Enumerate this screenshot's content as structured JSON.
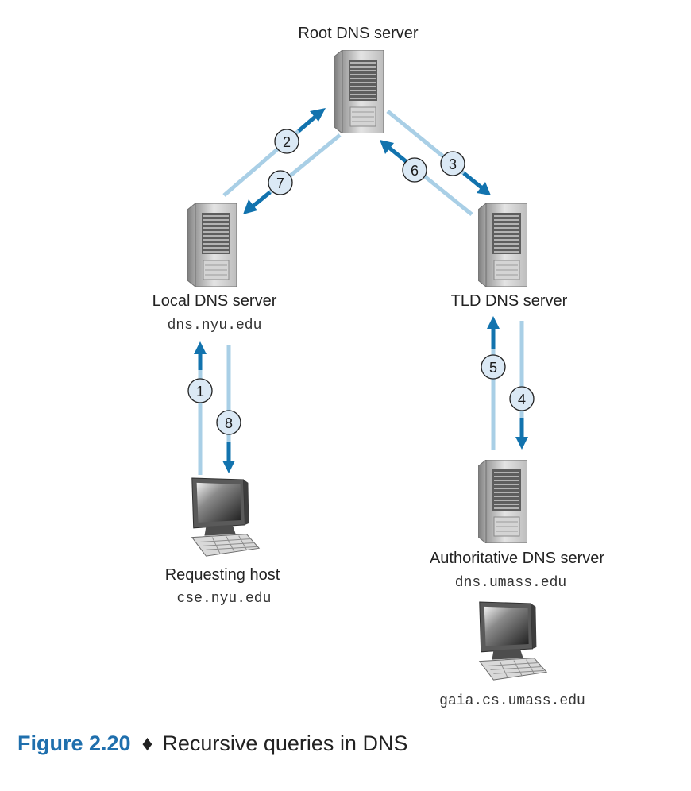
{
  "nodes": {
    "root": {
      "label": "Root DNS server"
    },
    "local": {
      "label": "Local DNS server",
      "hostname": "dns.nyu.edu"
    },
    "tld": {
      "label": "TLD DNS server"
    },
    "authoritative": {
      "label": "Authoritative DNS server",
      "hostname": "dns.umass.edu"
    },
    "requesting_host": {
      "label": "Requesting host",
      "hostname": "cse.nyu.edu"
    },
    "target_host": {
      "hostname": "gaia.cs.umass.edu"
    }
  },
  "steps": [
    "1",
    "2",
    "3",
    "4",
    "5",
    "6",
    "7",
    "8"
  ],
  "caption": {
    "figure_number": "Figure 2.20",
    "separator": "♦",
    "text": "Recursive queries in DNS"
  },
  "colors": {
    "arrow_dark": "#1273ae",
    "arrow_light": "#a9cfe6",
    "step_circle_fill": "#dbe9f5",
    "caption_accent": "#1f6fad"
  }
}
